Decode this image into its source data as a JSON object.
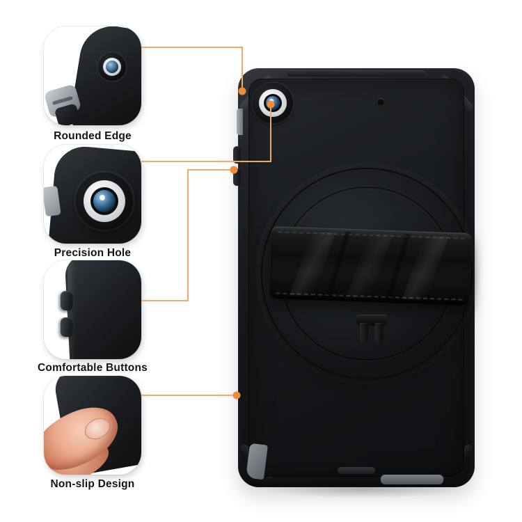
{
  "callouts": [
    {
      "label": "Rounded Edge"
    },
    {
      "label": "Precision Hole"
    },
    {
      "label": "Comfortable Buttons"
    },
    {
      "label": "Non-slip Design"
    }
  ],
  "colors": {
    "page_background": "#ffffff",
    "connector": "#f1a96b",
    "dot": "#ee8c3c",
    "label_text": "#131313",
    "case_black": "#15171a",
    "camera_blue": "#3f719e",
    "shell_gray": "#8e949a",
    "skin_tone": "#eba98c"
  }
}
